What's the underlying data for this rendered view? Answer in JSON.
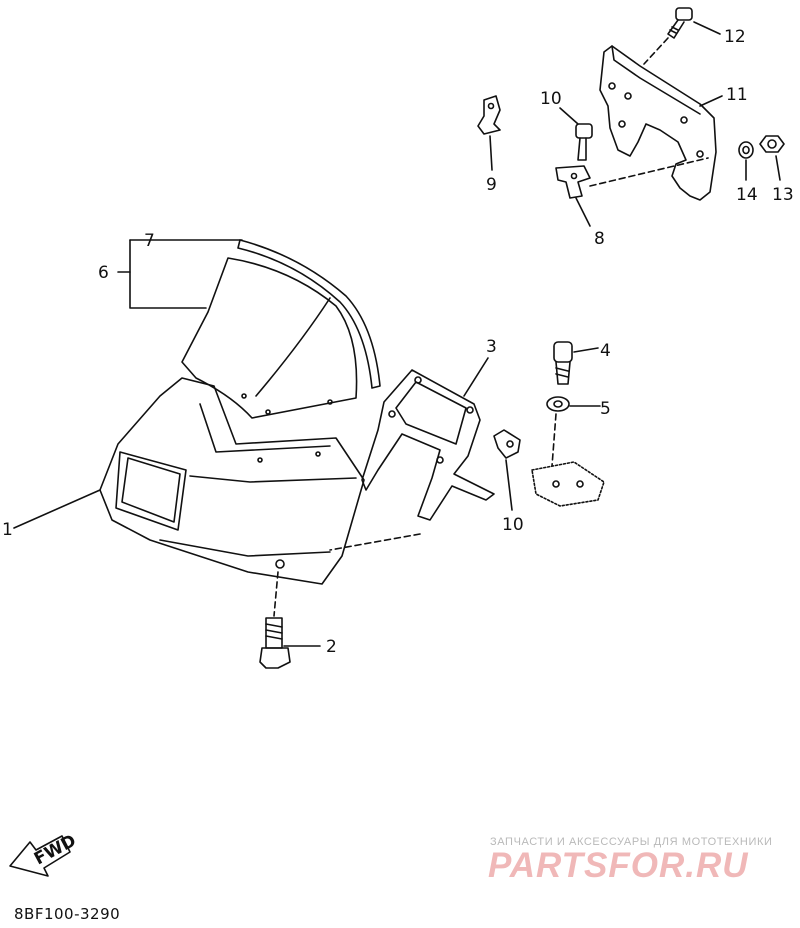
{
  "diagram": {
    "callouts": [
      "1",
      "2",
      "3",
      "4",
      "5",
      "6",
      "7",
      "8",
      "9",
      "10",
      "10",
      "11",
      "12",
      "13",
      "14"
    ],
    "direction_label": "FWD",
    "drawing_code": "8BF100-3290"
  },
  "watermark": {
    "line1": "ЗАПЧАСТИ И АКСЕССУАРЫ ДЛЯ МОТОТЕХНИКИ",
    "line2": "PARTSFOR.RU"
  }
}
